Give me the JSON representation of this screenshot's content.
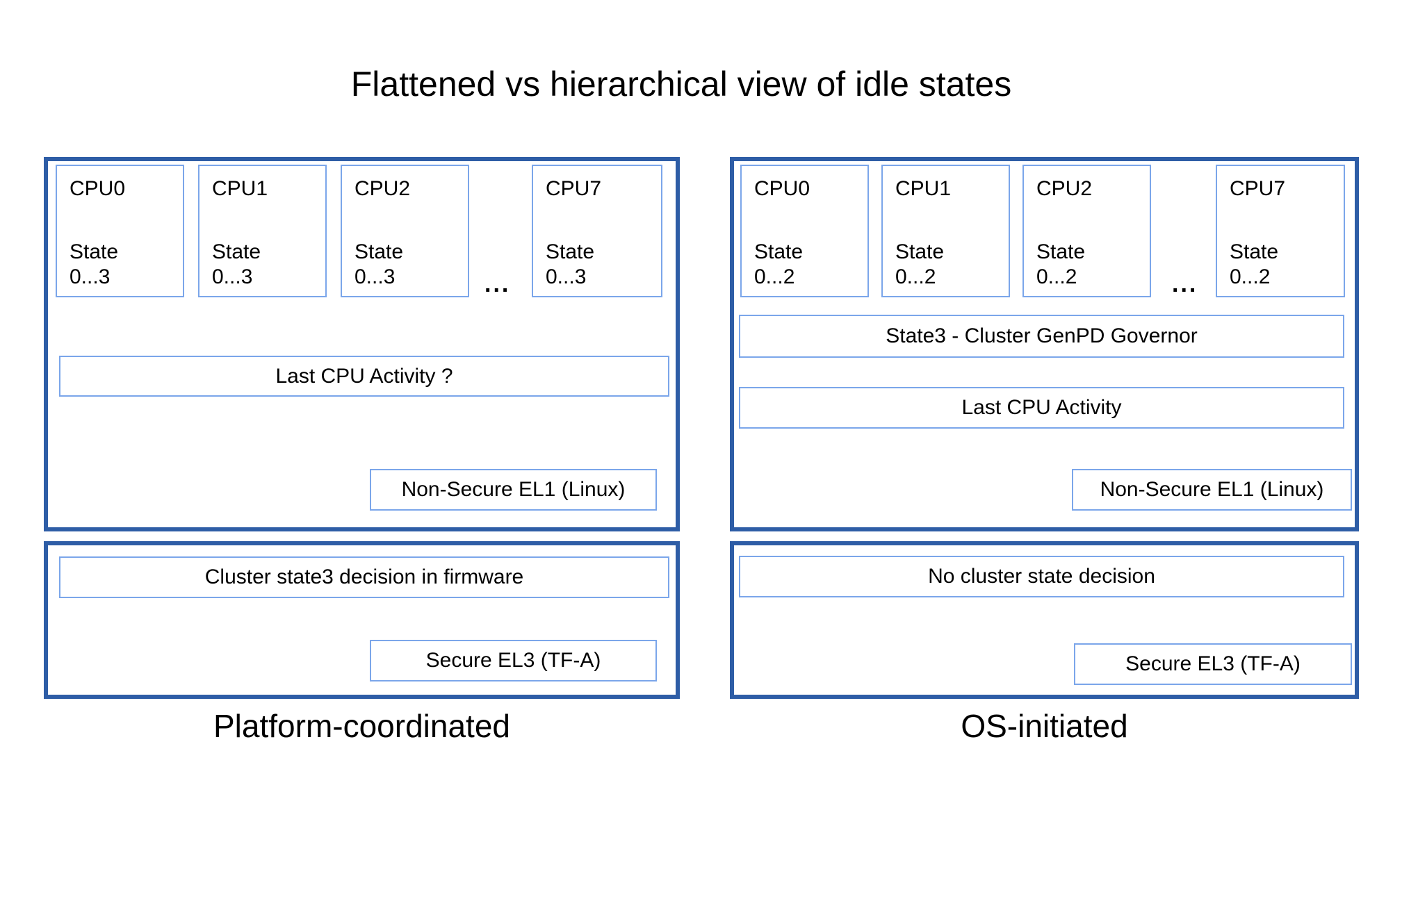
{
  "title": "Flattened vs hierarchical view of idle states",
  "colors": {
    "outer_border": "#2e5da6",
    "inner_border": "#7ba6ea",
    "text": "#000000",
    "background": "#ffffff"
  },
  "panels": {
    "left": {
      "label": "Platform-coordinated",
      "cpus": [
        {
          "name": "CPU0",
          "state_label": "State",
          "state_range": "0...3"
        },
        {
          "name": "CPU1",
          "state_label": "State",
          "state_range": "0...3"
        },
        {
          "name": "CPU2",
          "state_label": "State",
          "state_range": "0...3"
        },
        {
          "name": "CPU7",
          "state_label": "State",
          "state_range": "0...3"
        }
      ],
      "ellipsis": "...",
      "activity_box": "Last CPU Activity ?",
      "el1_box": "Non-Secure EL1 (Linux)",
      "firmware_box": "Cluster state3 decision in firmware",
      "el3_box": "Secure EL3 (TF-A)"
    },
    "right": {
      "label": "OS-initiated",
      "cpus": [
        {
          "name": "CPU0",
          "state_label": "State",
          "state_range": "0...2"
        },
        {
          "name": "CPU1",
          "state_label": "State",
          "state_range": "0...2"
        },
        {
          "name": "CPU2",
          "state_label": "State",
          "state_range": "0...2"
        },
        {
          "name": "CPU7",
          "state_label": "State",
          "state_range": "0...2"
        }
      ],
      "ellipsis": "...",
      "governor_box": "State3 - Cluster GenPD Governor",
      "activity_box": "Last CPU Activity",
      "el1_box": "Non-Secure EL1 (Linux)",
      "decision_box": "No cluster state decision",
      "el3_box": "Secure EL3 (TF-A)"
    }
  }
}
